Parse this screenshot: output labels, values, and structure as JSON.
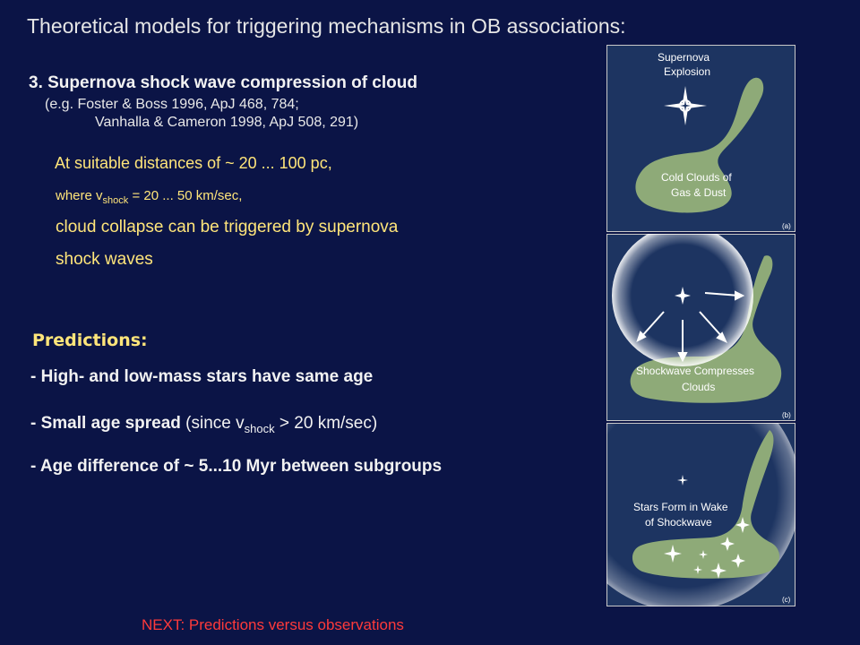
{
  "title": "Theoretical models for triggering mechanisms in OB associations:",
  "section": {
    "heading": "3. Supernova shock wave compression of cloud",
    "ref1": "(e.g. Foster & Boss 1996, ApJ 468, 784;",
    "ref2": "Vanhalla & Cameron 1998, ApJ 508, 291)"
  },
  "conditions": {
    "distance": "At suitable distances of  ~ 20 ... 100 pc,",
    "v_prefix": "where v",
    "v_sub": "shock",
    "v_suffix": " = 20 ... 50 km/sec,",
    "collapse_line1": "cloud collapse can be triggered by supernova",
    "collapse_line2": "shock waves"
  },
  "predictions": {
    "title": "Predictions:",
    "item1": "-  High- and low-mass stars have same age",
    "item2_bold": "-  Small age spread",
    "item2_pre": " (since v",
    "item2_sub": "shock",
    "item2_post": " > 20 km/sec)",
    "item3": "-  Age difference of  ~ 5...10  Myr between subgroups"
  },
  "next": "NEXT: Predictions versus observations",
  "panels": {
    "a": {
      "label1": "Supernova",
      "label2": "Explosion",
      "cloud1": "Cold Clouds of",
      "cloud2": "Gas & Dust",
      "tag": "(a)"
    },
    "b": {
      "label1": "Shockwave Compresses",
      "label2": "Clouds",
      "tag": "(b)"
    },
    "c": {
      "label1": "Stars Form in Wake",
      "label2": "of Shockwave",
      "tag": "(c)"
    }
  },
  "colors": {
    "background": "#0b1446",
    "highlight": "#ffe57a",
    "next_link": "#ff3a3a",
    "panel_bg": "#1d3461",
    "cloud": "#8eaa78"
  }
}
